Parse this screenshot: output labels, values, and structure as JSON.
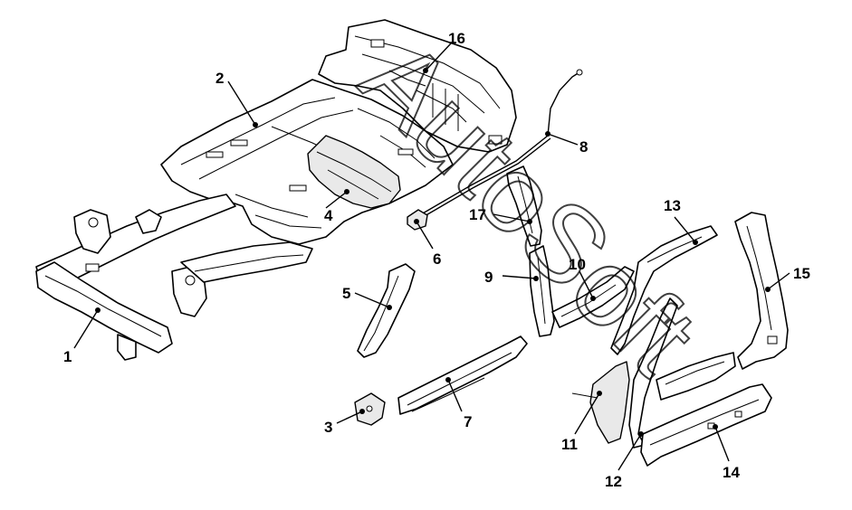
{
  "callouts": [
    {
      "id": "1",
      "label": "1"
    },
    {
      "id": "2",
      "label": "2"
    },
    {
      "id": "3",
      "label": "3"
    },
    {
      "id": "4",
      "label": "4"
    },
    {
      "id": "5",
      "label": "5"
    },
    {
      "id": "6",
      "label": "6"
    },
    {
      "id": "7",
      "label": "7"
    },
    {
      "id": "8",
      "label": "8"
    },
    {
      "id": "9",
      "label": "9"
    },
    {
      "id": "10",
      "label": "10"
    },
    {
      "id": "11",
      "label": "11"
    },
    {
      "id": "12",
      "label": "12"
    },
    {
      "id": "13",
      "label": "13"
    },
    {
      "id": "14",
      "label": "14"
    },
    {
      "id": "15",
      "label": "15"
    },
    {
      "id": "16",
      "label": "16"
    },
    {
      "id": "17",
      "label": "17"
    }
  ],
  "watermark": {
    "text": "AutoSoft"
  }
}
